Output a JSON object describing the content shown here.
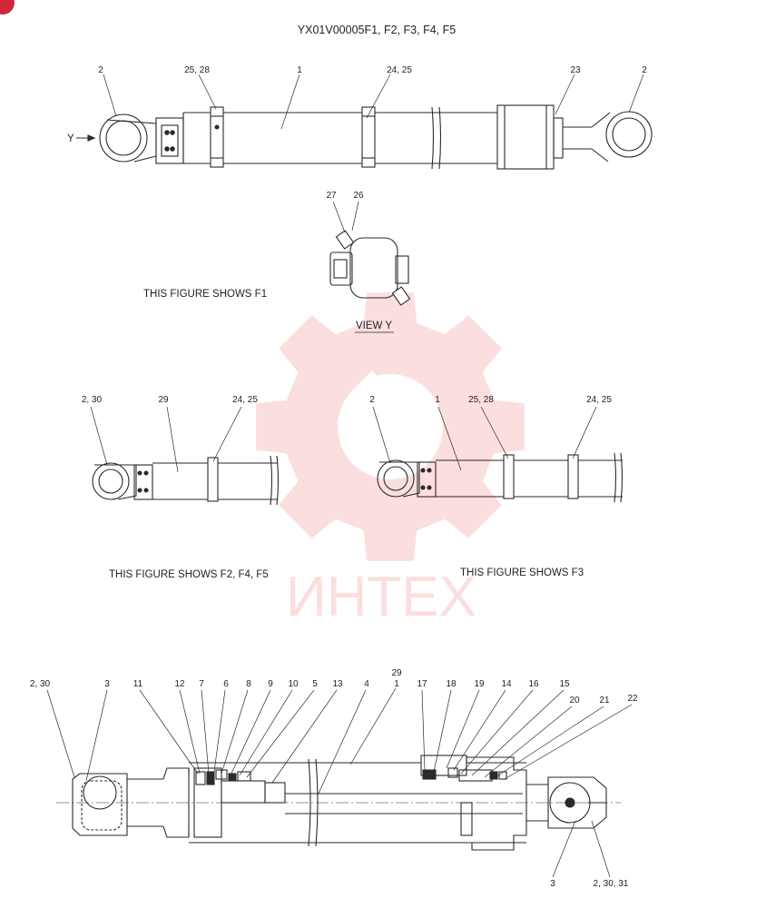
{
  "title": "YX01V00005F1, F2, F3, F4, F5",
  "captions": {
    "fig_f1": "THIS FIGURE SHOWS  F1",
    "view_y": "VIEW  Y",
    "fig_f2": "THIS FIGURE SHOWS  F2, F4, F5",
    "fig_f3": "THIS FIGURE SHOWS  F3",
    "y_arrow": "Y"
  },
  "callouts_top": [
    "2",
    "25, 28",
    "1",
    "24, 25",
    "23",
    "2"
  ],
  "callouts_view_y": [
    "27",
    "26"
  ],
  "callouts_mid_left": [
    "2, 30",
    "29",
    "24, 25"
  ],
  "callouts_mid_right": [
    "2",
    "1",
    "25, 28",
    "24, 25"
  ],
  "callouts_section": [
    "2, 30",
    "3",
    "11",
    "12",
    "7",
    "6",
    "8",
    "9",
    "10",
    "5",
    "13",
    "4",
    "29",
    "1",
    "17",
    "18",
    "19",
    "14",
    "16",
    "15",
    "20",
    "21",
    "22"
  ],
  "callouts_section_bottom": [
    "3",
    "2, 30, 31"
  ],
  "watermark": {
    "text": "ИНТЕХ",
    "color": "#f28a8a"
  },
  "colors": {
    "badge": "#d2263a",
    "line": "#2a2a2a"
  }
}
